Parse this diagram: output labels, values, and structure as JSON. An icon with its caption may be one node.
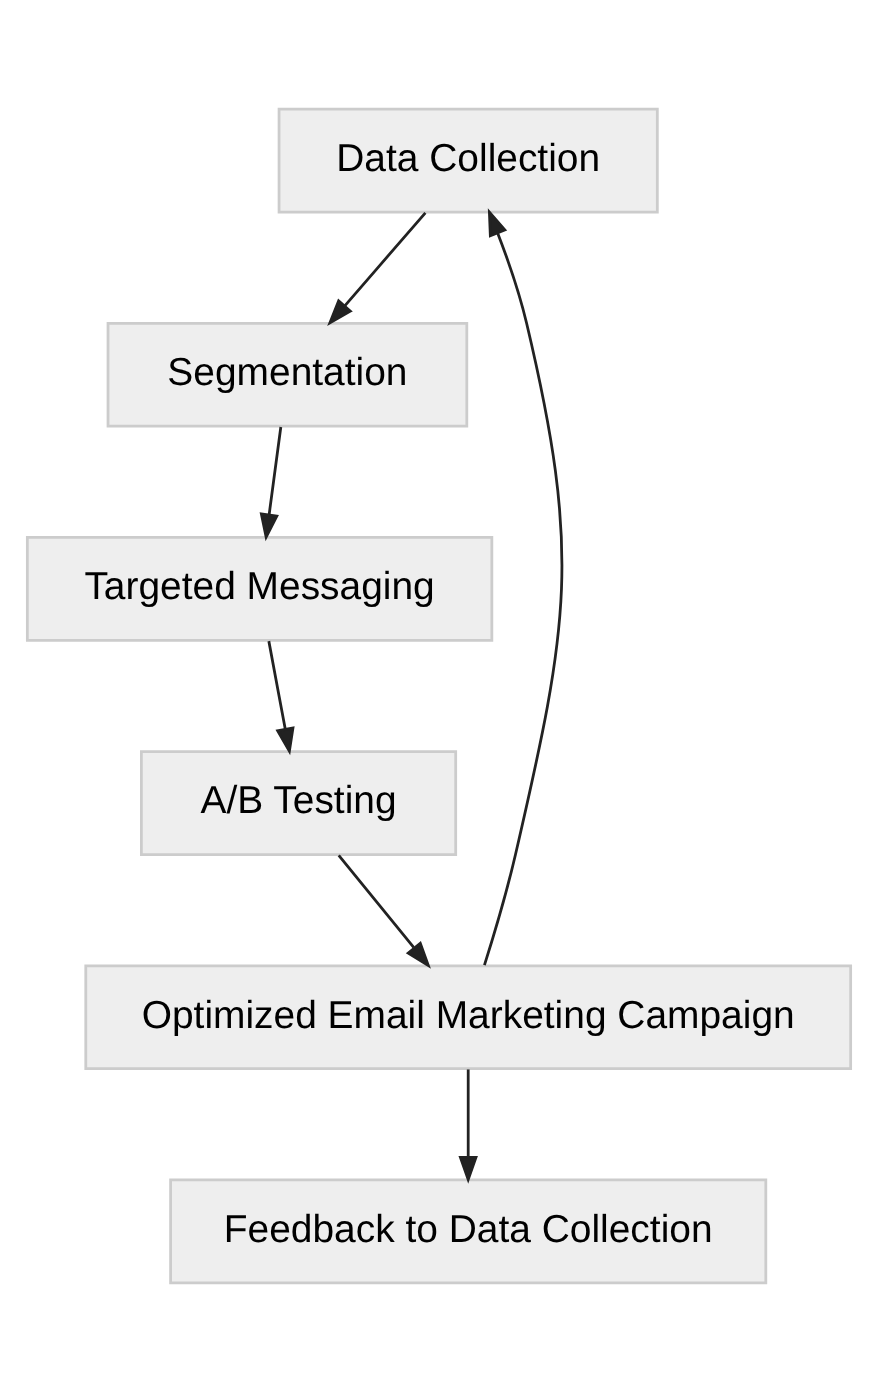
{
  "diagram": {
    "nodes": [
      {
        "text": [
          "Data Collection"
        ]
      },
      {
        "text": [
          "Segmentation"
        ]
      },
      {
        "text": [
          "Targeted Messaging"
        ]
      },
      {
        "text": [
          "A/B Testing"
        ]
      },
      {
        "text": [
          "Optimized Email Marketing Campaign"
        ]
      },
      {
        "text": [
          "Feedback to Data Collection"
        ]
      }
    ],
    "edges": [
      {
        "from": 0,
        "to": 1,
        "arrow": "to"
      },
      {
        "from": 1,
        "to": 2,
        "arrow": "to"
      },
      {
        "from": 2,
        "to": 3,
        "arrow": "to"
      },
      {
        "from": 3,
        "to": 4,
        "arrow": "to"
      },
      {
        "from": 4,
        "to": 0,
        "arrow": "to"
      },
      {
        "from": 4,
        "to": 5,
        "arrow": "to"
      }
    ]
  }
}
